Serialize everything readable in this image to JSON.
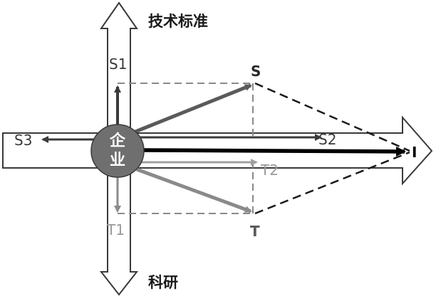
{
  "diagram": {
    "top_label": "技术标准",
    "bottom_label": "科研",
    "node": {
      "char1": "企",
      "char2": "业"
    },
    "labels": {
      "s1": "S1",
      "s2": "S2",
      "s3": "S3",
      "t1": "T1",
      "t2": "T2",
      "s": "S",
      "t": "T",
      "i": "I"
    }
  }
}
